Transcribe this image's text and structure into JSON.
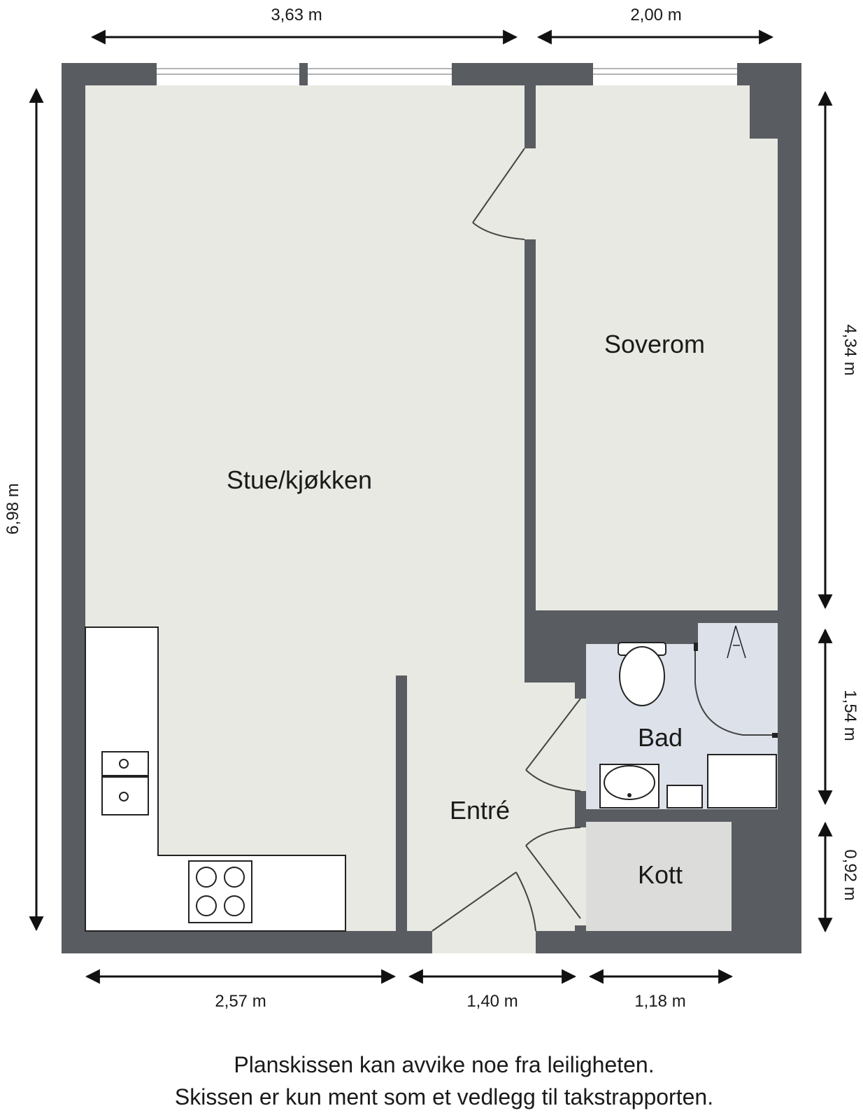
{
  "dimensions": {
    "top_left": "3,63 m",
    "top_right": "2,00 m",
    "left": "6,98 m",
    "right_soverom": "4,34 m",
    "right_bad": "1,54 m",
    "right_kott": "0,92 m",
    "bottom_left": "2,57 m",
    "bottom_middle": "1,40 m",
    "bottom_right": "1,18 m"
  },
  "rooms": {
    "stue": "Stue/kjøkken",
    "soverom": "Soverom",
    "bad": "Bad",
    "entre": "Entré",
    "kott": "Kott"
  },
  "disclaimer": {
    "line1": "Planskissen kan avvike noe fra leiligheten.",
    "line2": "Skissen er kun ment som et vedlegg til takstrapporten."
  },
  "colors": {
    "wall": "#595c61",
    "floor": "#e8e9e2",
    "bathroom_floor": "#dde1ea",
    "closet_floor": "#dcdcdb"
  }
}
